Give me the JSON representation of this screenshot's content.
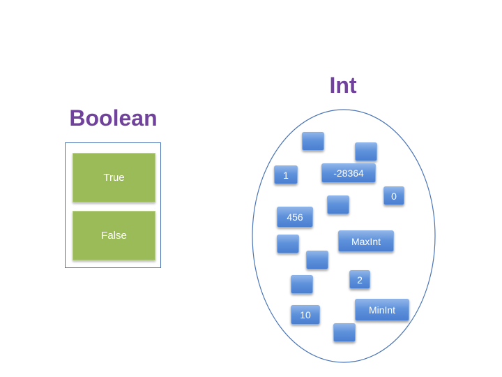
{
  "diagram": {
    "boolean": {
      "title": "Boolean",
      "values": [
        "True",
        "False"
      ]
    },
    "int": {
      "title": "Int",
      "values": [
        "1",
        "-28364",
        "0",
        "456",
        "MaxInt",
        "2",
        "10",
        "MinInt"
      ]
    }
  },
  "colors": {
    "title": "#70429b",
    "boolean_box": "#9bbb59",
    "int_box": "#5b8fd9",
    "outline": "#4a74b5"
  }
}
